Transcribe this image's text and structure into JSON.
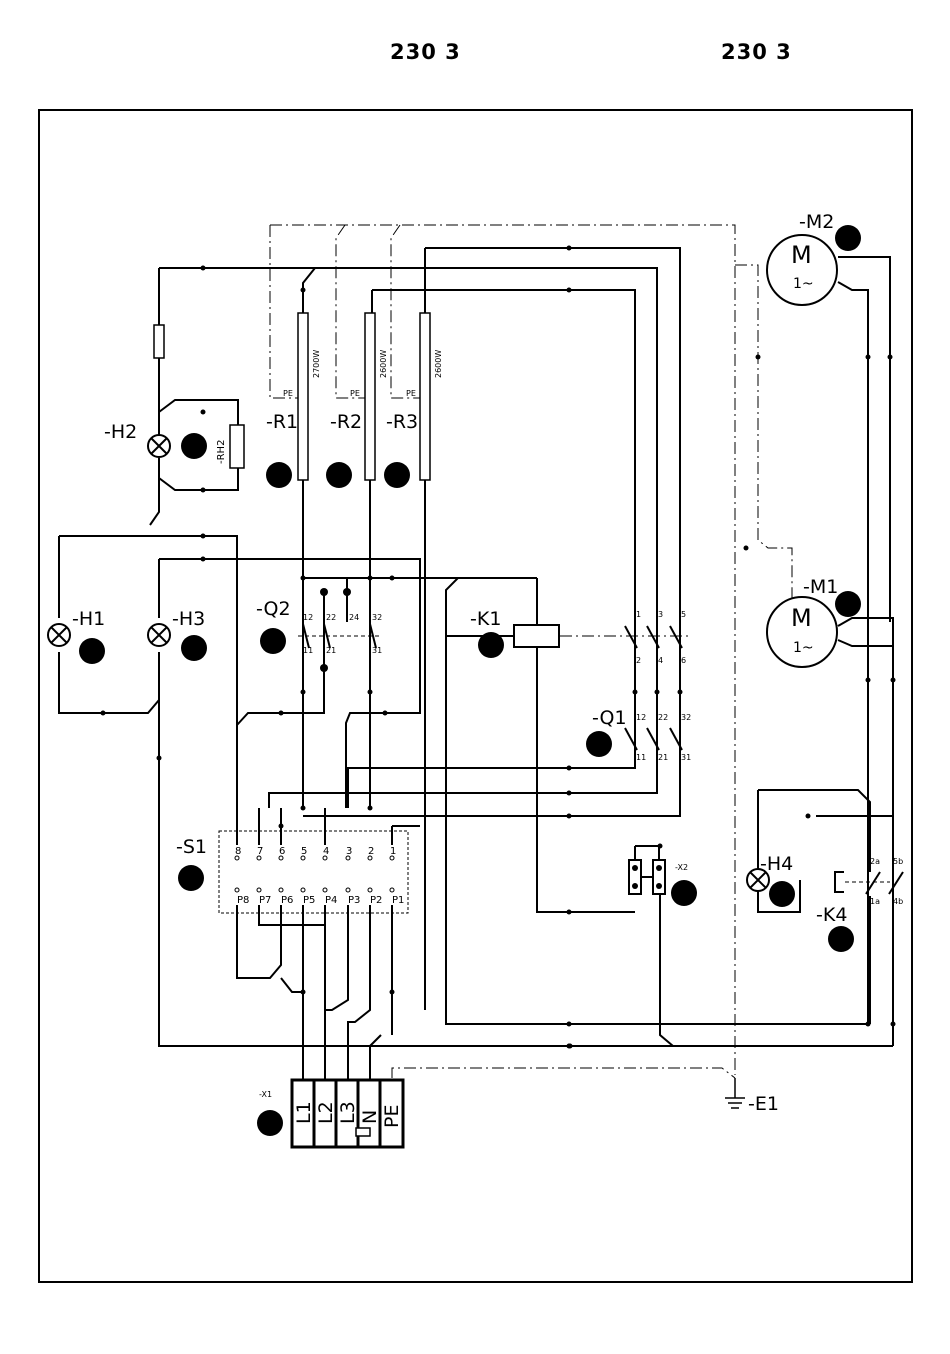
{
  "header": {
    "left_text": "230  3",
    "right_text": "230  3"
  },
  "components": {
    "h2": "-H2",
    "rh2": "-RH2",
    "r1": "-R1",
    "r2": "-R2",
    "r3": "-R3",
    "h1": "-H1",
    "h3": "-H3",
    "q2": "-Q2",
    "k1": "-K1",
    "q1": "-Q1",
    "s1": "-S1",
    "x1": "-X1",
    "x2": "-X2",
    "e1": "-E1",
    "m1": "-M1",
    "m2": "-M2",
    "h4": "-H4",
    "k4": "-K4"
  },
  "heaters": {
    "r1_power": "2700W",
    "r2_power": "2600W",
    "r3_power": "2600W",
    "pe": "PE"
  },
  "motors": {
    "symbol": "M",
    "phase": "1~"
  },
  "q2_terminals": {
    "t12": "12",
    "t22": "22",
    "t24": "24",
    "t32": "32",
    "t11": "11",
    "t21": "21",
    "t31": "31"
  },
  "q1_terminals": {
    "t12": "12",
    "t22": "22",
    "t32": "32",
    "t11": "11",
    "t21": "21",
    "t31": "31"
  },
  "k1_terminals": {
    "t1": "1",
    "t3": "3",
    "t5": "5",
    "t2": "2",
    "t4": "4",
    "t6": "6"
  },
  "k4_terminals": {
    "t2a": "2a",
    "t5b": "5b",
    "t1a": "1a",
    "t4b": "4b"
  },
  "s1_top": [
    "8",
    "7",
    "6",
    "5",
    "4",
    "3",
    "2",
    "1"
  ],
  "s1_bottom": [
    "P8",
    "P7",
    "P6",
    "P5",
    "P4",
    "P3",
    "P2",
    "P1"
  ],
  "x1_terminals": [
    "L1",
    "L2",
    "L3",
    "N",
    "PE"
  ]
}
